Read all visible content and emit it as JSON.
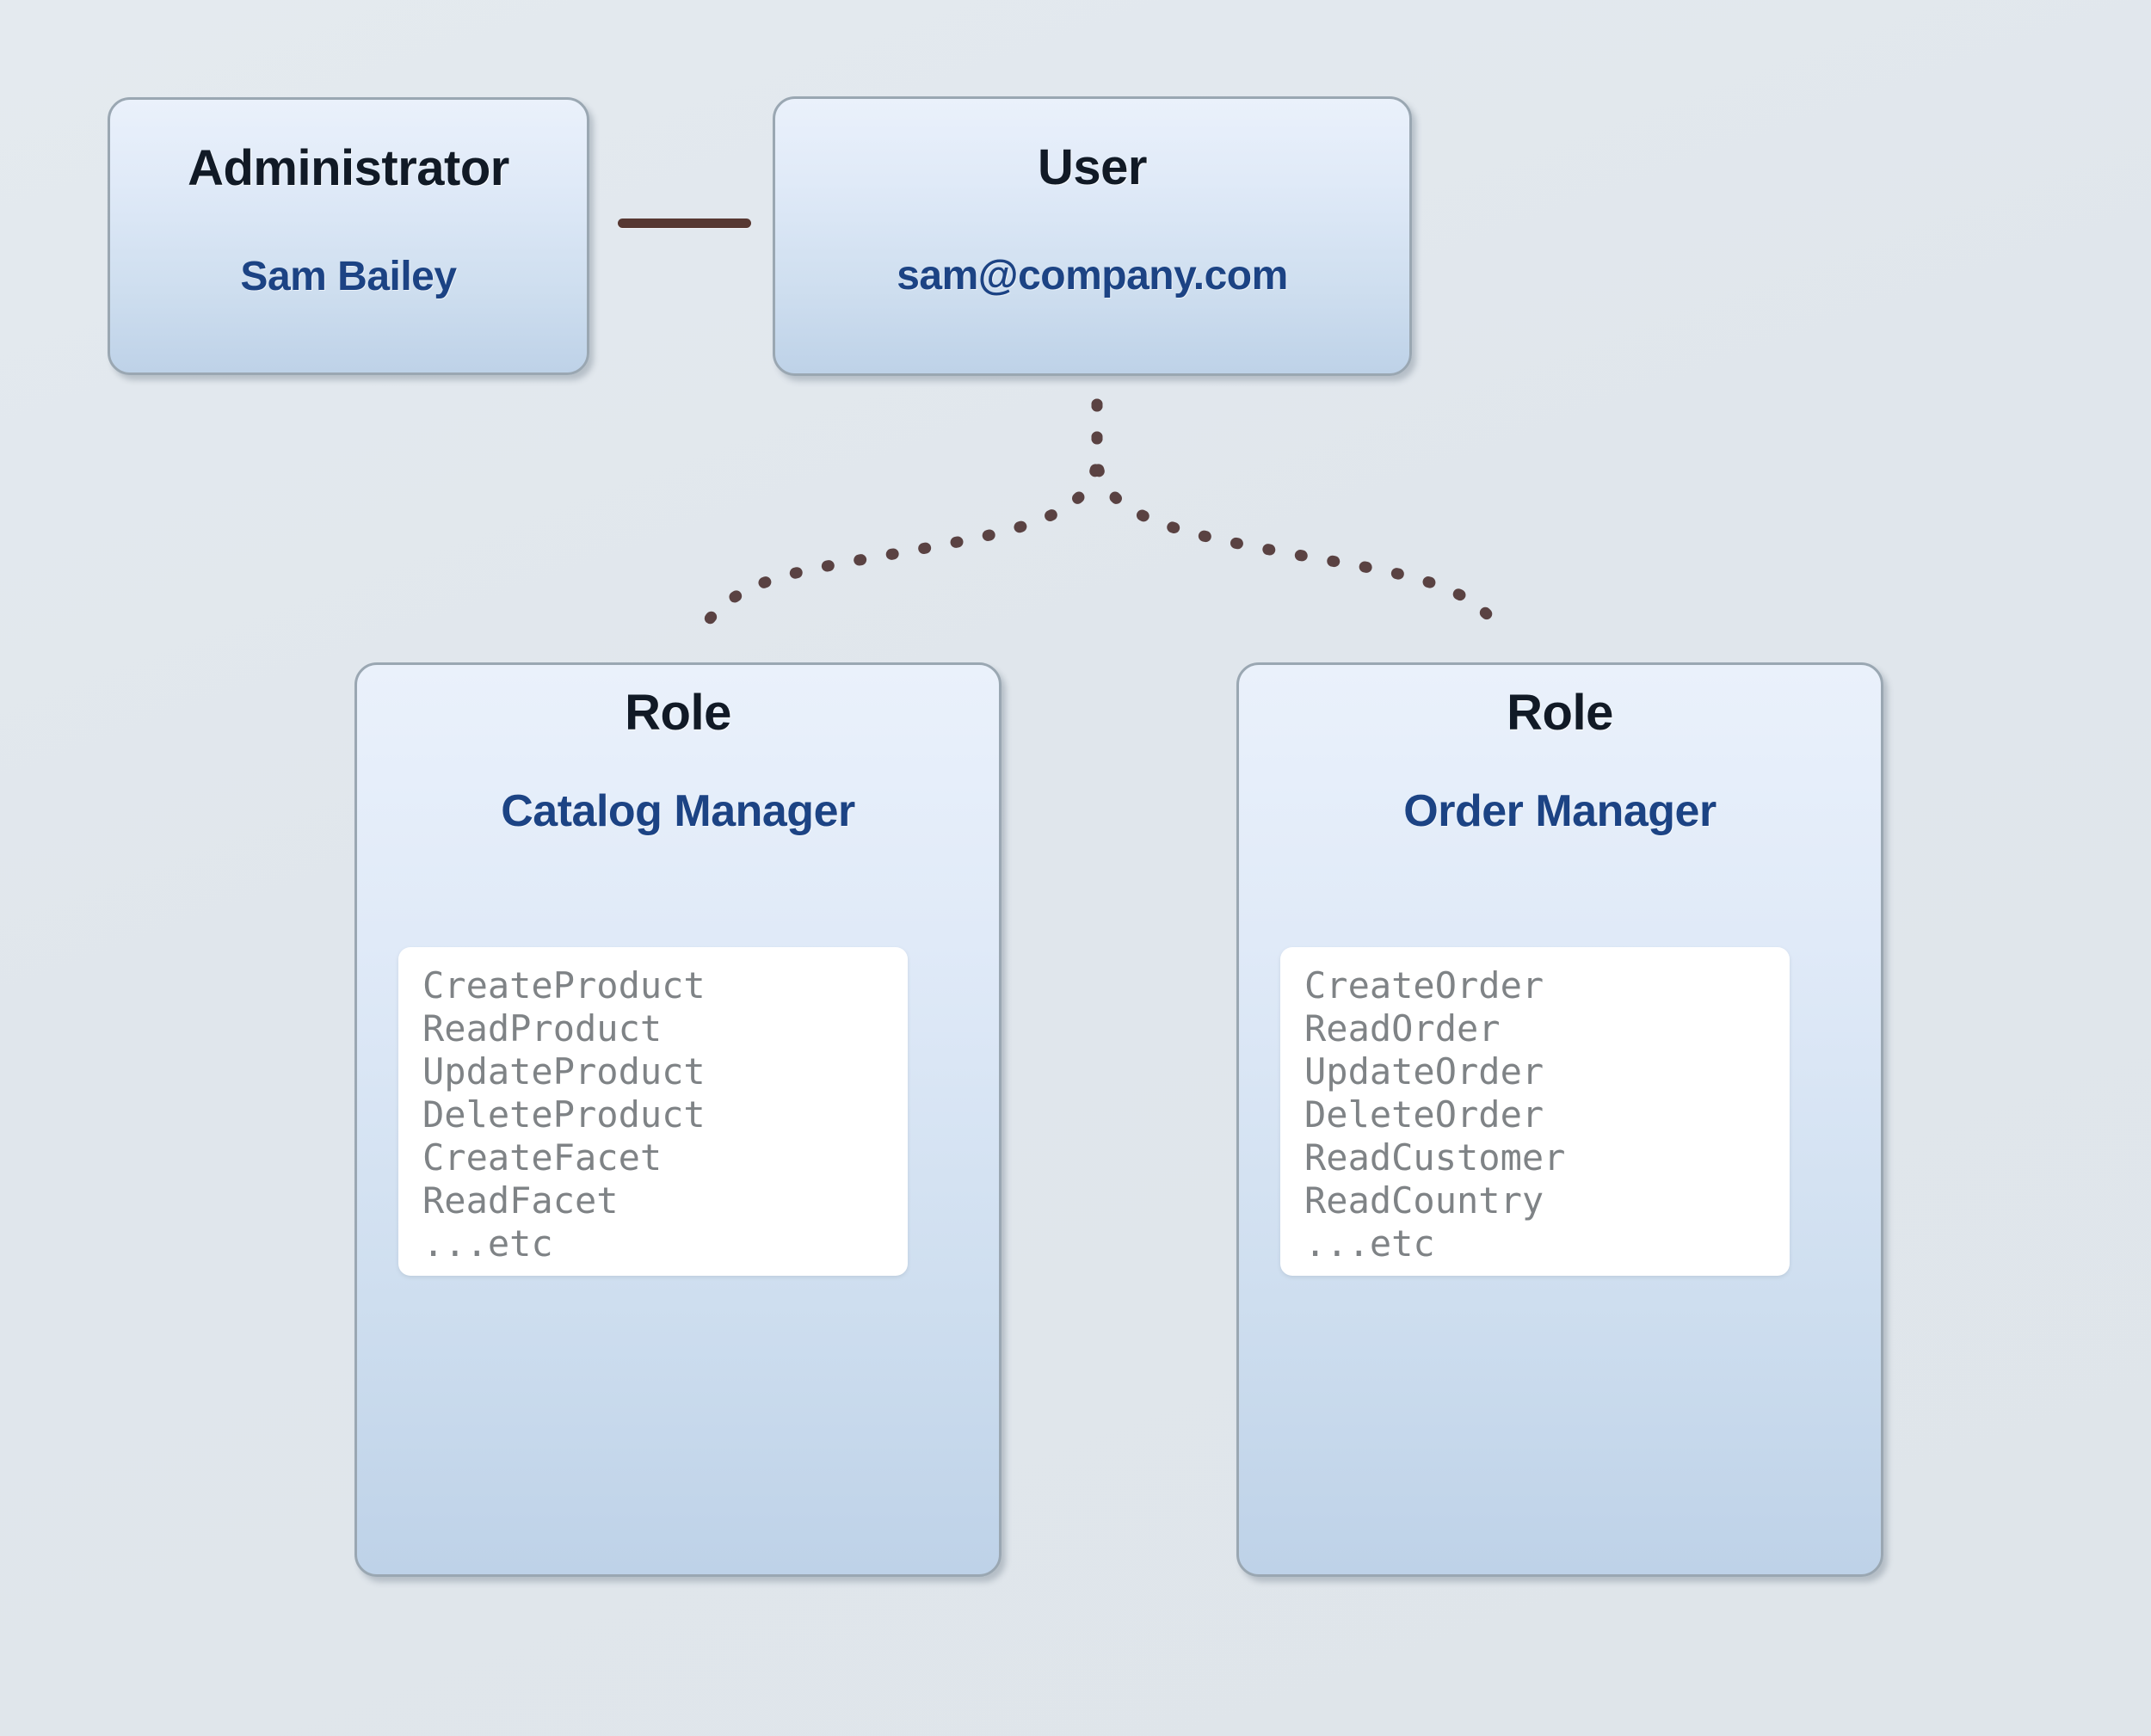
{
  "diagram": {
    "background_color": "#e1e7ed",
    "accent_title_color": "#111a26",
    "accent_value_color": "#1c4384",
    "connector_color": "#573832",
    "permission_text_color": "#7f8386"
  },
  "nodes": {
    "administrator": {
      "type_label": "Administrator",
      "value_label": "Sam Bailey"
    },
    "user": {
      "type_label": "User",
      "value_label": "sam@company.com"
    },
    "role_left": {
      "type_label": "Role",
      "value_label": "Catalog Manager",
      "permissions": [
        "CreateProduct",
        "ReadProduct",
        "UpdateProduct",
        "DeleteProduct",
        "CreateFacet",
        "ReadFacet",
        "...etc"
      ]
    },
    "role_right": {
      "type_label": "Role",
      "value_label": "Order Manager",
      "permissions": [
        "CreateOrder",
        "ReadOrder",
        "UpdateOrder",
        "DeleteOrder",
        "ReadCustomer",
        "ReadCountry",
        "...etc"
      ]
    }
  },
  "edges": [
    {
      "name": "administrator-to-user",
      "style": "solid"
    },
    {
      "name": "user-to-role-left",
      "style": "dotted"
    },
    {
      "name": "user-to-role-right",
      "style": "dotted"
    }
  ]
}
